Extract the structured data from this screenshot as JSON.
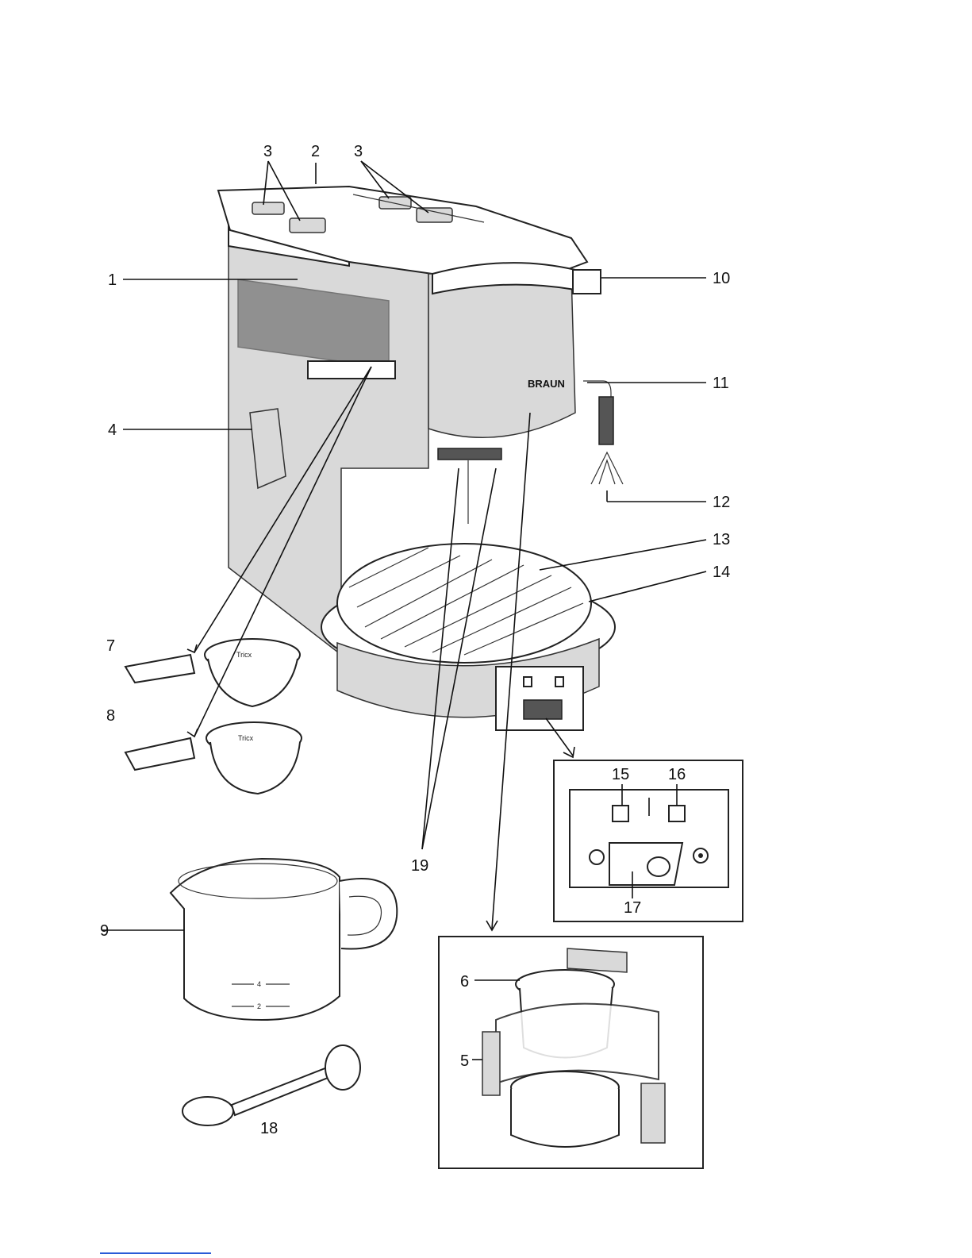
{
  "callouts": {
    "c1": "1",
    "c2": "2",
    "c3a": "3",
    "c3b": "3",
    "c4": "4",
    "c5": "5",
    "c6": "6",
    "c7": "7",
    "c8": "8",
    "c9": "9",
    "c10": "10",
    "c11": "11",
    "c12": "12",
    "c13": "13",
    "c14": "14",
    "c15": "15",
    "c16": "16",
    "c17": "17",
    "c18": "18",
    "c19": "19"
  },
  "brand_logo": "BRAUN",
  "carafe_marks": {
    "m4": "4",
    "m2": "2"
  },
  "filter_brand": "Tricx"
}
